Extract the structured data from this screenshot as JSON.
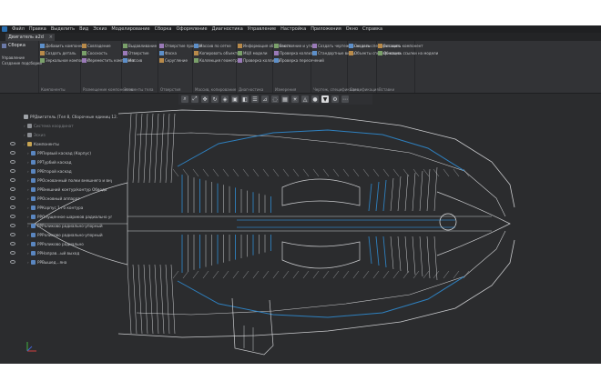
{
  "menu": [
    "Файл",
    "Правка",
    "Выделить",
    "Вид",
    "Эскиз",
    "Моделирование",
    "Сборка",
    "Оформление",
    "Диагностика",
    "Управление",
    "Настройка",
    "Приложения",
    "Окно",
    "Справка"
  ],
  "document_tab": {
    "label": "Двигатель а2d",
    "close": "×"
  },
  "ribbon": {
    "left": [
      "Сборка",
      "Управление",
      "Создание подсборки"
    ],
    "groups": [
      {
        "items": [
          "Добавить компонент",
          "Создать деталь",
          "Зеркальное компонент"
        ],
        "label": "Компоненты"
      },
      {
        "items": [
          "Совпадение",
          "Соосность",
          "Переместить компонент"
        ],
        "label": "Размещение компонентов"
      },
      {
        "items": [
          "Выдавливание",
          "Отверстие",
          "Массив"
        ],
        "label": "Элементы тела"
      },
      {
        "items": [
          "Отверстие простое",
          "Фаска",
          "Скругление"
        ],
        "label": "Отверстия"
      },
      {
        "items": [
          "Массив по сетке",
          "Копировать объекты",
          "Коллекция геометрии"
        ],
        "label": "Массив, копирование"
      },
      {
        "items": [
          "Информация об объекте",
          "МЦХ модели",
          "Проверка коллизий"
        ],
        "label": "Диагностика"
      },
      {
        "items": [
          "Расстояние и угол",
          "Проверка коллизий",
          "Проверка пересечений"
        ],
        "label": "Измерения"
      },
      {
        "items": [
          "Создать чертеж по модели",
          "Стандартные виды"
        ],
        "label": "Чертеж, спецификация"
      },
      {
        "items": [
          "Создать спецификацию",
          "Объекты спецификации"
        ],
        "label": "Спецификация"
      },
      {
        "items": [
          "Вставить компонент",
          "Обновить ссылки на модели"
        ],
        "label": "Вставки"
      }
    ]
  },
  "tree": {
    "root": "PPДвигатель (Тел 8, Сборочные единиц 12...",
    "rows": [
      "Система координат",
      "Эскиз",
      "Компоненты",
      "PPПервый каскад (Корпус)",
      "PPТурбий каскад",
      "PPВторой каскад",
      "PPОснованный полки внешнего и внут",
      "PPВнешний контур/контур Обвода",
      "PPОсновный аппарат",
      "PPКорпус 1-го контура",
      "PPОпущенное шариков радиально упо",
      "PPРоликово радиально-упорный",
      "PPРоликово радиально-упорный",
      "PPРоликово радиально",
      "PPНаправ...ый выход",
      "PPВышед...яна"
    ]
  },
  "colors": {
    "ui_bg": "#2b2c2e",
    "drawing_line": "#e6e8ea",
    "highlight": "#2f8fd8"
  }
}
